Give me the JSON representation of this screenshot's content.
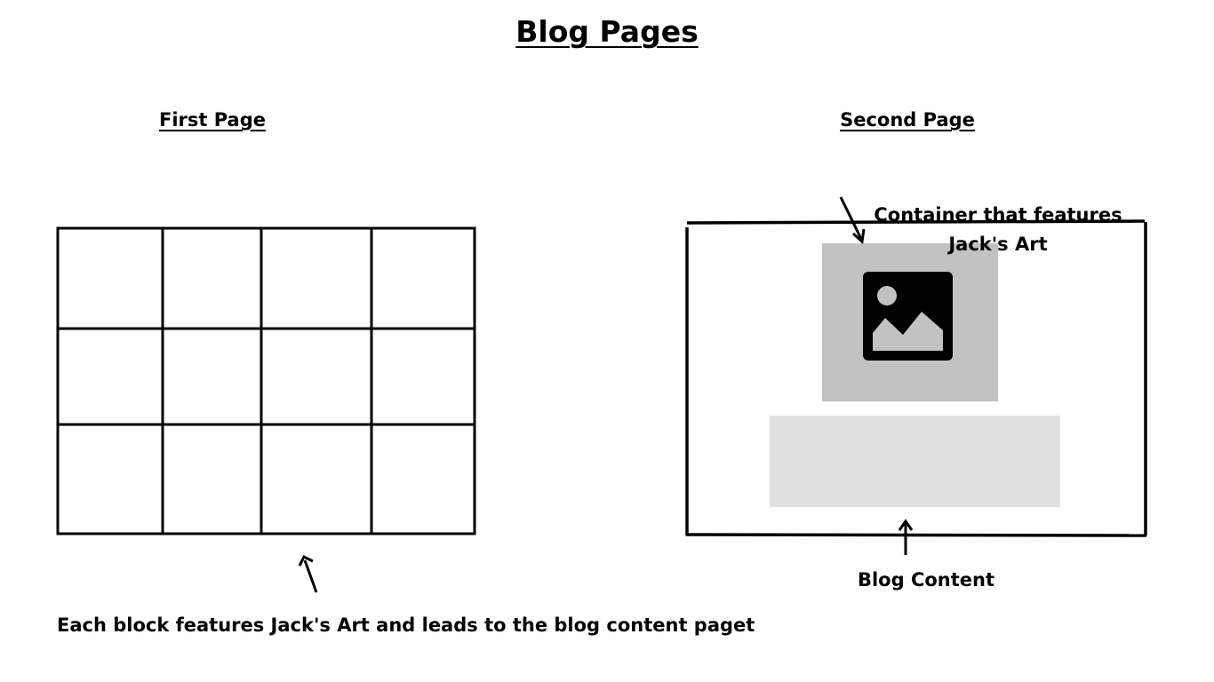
{
  "title": "Blog Pages",
  "first_page": {
    "heading": "First Page",
    "caption": "Each block features Jack's Art and leads to the blog content paget",
    "grid": {
      "rows": 3,
      "columns": 4
    }
  },
  "second_page": {
    "heading": "Second Page",
    "art_container_label": "Container that features Jack's Art",
    "blog_content_label": "Blog Content"
  },
  "colors": {
    "line": "#000000",
    "art_container": "#c2c2c2",
    "content_container": "#e0e0e0",
    "icon": "#000000",
    "icon_detail": "#c2c2c2"
  }
}
